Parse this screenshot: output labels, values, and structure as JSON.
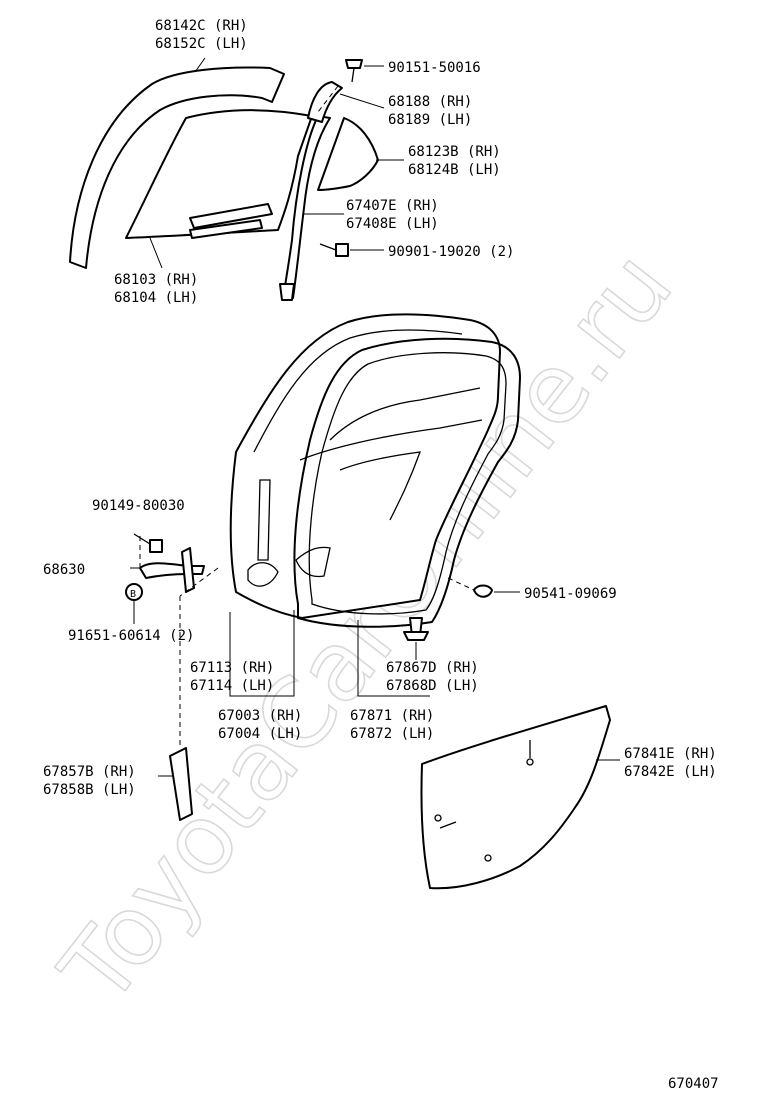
{
  "watermark": "ToyotaCarOnline.ru",
  "drawing_number": "670407",
  "parts": {
    "run_channel_rh": "68142C (RH)",
    "run_channel_lh": "68152C (LH)",
    "screw": "90151-50016",
    "weatherstrip_rh": "68188 (RH)",
    "weatherstrip_lh": "68189 (LH)",
    "quarter_glass_rh": "68123B (RH)",
    "quarter_glass_lh": "68124B (LH)",
    "division_bar_rh": "67407E (RH)",
    "division_bar_lh": "67408E (LH)",
    "bolt": "90901-19020 (2)",
    "door_glass_rh": "68103 (RH)",
    "door_glass_lh": "68104 (LH)",
    "check_bolt": "90149-80030",
    "door_check": "68630",
    "check_plug": "91651-60614 (2)",
    "hole_plug": "90541-09069",
    "panel_sub_rh": "67113 (RH)",
    "panel_sub_lh": "67114 (LH)",
    "clip_rh": "67867D (RH)",
    "clip_lh": "67868D (LH)",
    "door_panel_rh": "67003 (RH)",
    "door_panel_lh": "67004 (LH)",
    "door_weatherstrip_rh": "67871 (RH)",
    "door_weatherstrip_lh": "67872 (LH)",
    "cover_rh": "67857B (RH)",
    "cover_lh": "67858B (LH)",
    "service_hole_cover_rh": "67841E (RH)",
    "service_hole_cover_lh": "67842E (LH)"
  }
}
